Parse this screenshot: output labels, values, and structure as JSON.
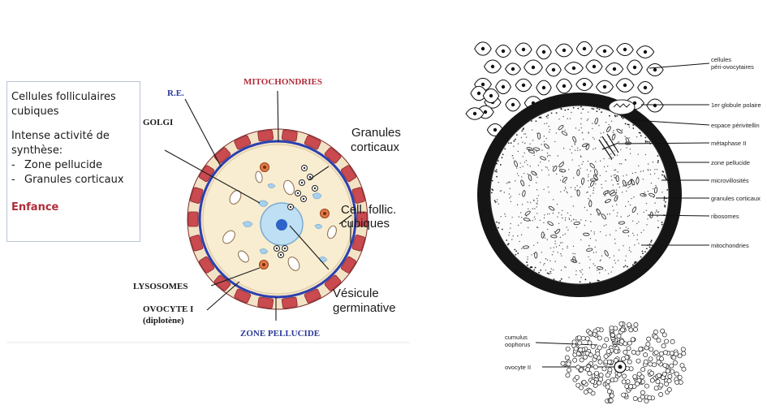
{
  "left_panel": {
    "box_title": [
      "Cellules folliculaires",
      "cubiques"
    ],
    "activity_title": [
      "Intense activité de",
      "synthèse:"
    ],
    "activity_items": [
      "Zone pellucide",
      "Granules corticaux"
    ],
    "stage": "Enfance",
    "labels": {
      "re": "R.E.",
      "mitochondries": "MITOCHONDRIES",
      "golgi": "GOLGI",
      "granules_line1": "Granules",
      "granules_line2": "corticaux",
      "cell_follic_line1": "Cell. follic.",
      "cell_follic_line2": "cubiques",
      "lysosomes": "LYSOSOMES",
      "ovocyte": "OVOCYTE I",
      "diplotene": "(diplotène)",
      "vesicule_line1": "Vésicule",
      "vesicule_line2": "germinative",
      "zone_pellucide": "ZONE PELLUCIDE"
    }
  },
  "right_panel": {
    "labels": {
      "peri_line1": "cellules",
      "peri_line2": "péri-ovocytaires",
      "globule": "1er globule polaire",
      "espace": "espace périvitellin",
      "metaphase": "métaphase II",
      "zone": "zone pellucide",
      "microvillo": "microvillosités",
      "granules": "granules corticaux",
      "ribosomes": "ribosomes",
      "mitochondries": "mitochondries",
      "cumulus_line1": "cumulus",
      "cumulus_line2": "oophorus",
      "ovocyte2": "ovocyte II"
    }
  },
  "colors": {
    "follicular_cell": "#c94a4f",
    "pellucida_ring": "#2b3fb0",
    "cytoplasm": "#f8edd0",
    "nucleus": "#bfe0f4",
    "nucleolus": "#2e63c9",
    "label_red": "#b02c3a",
    "label_blue": "#2b3a9a"
  }
}
